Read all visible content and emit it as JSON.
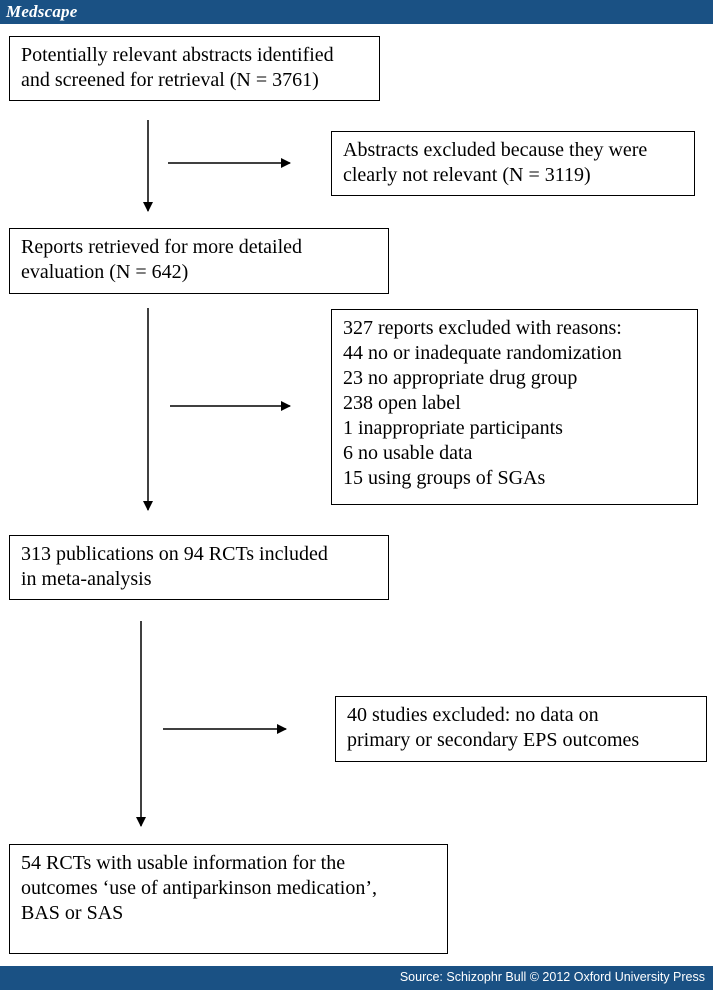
{
  "header": {
    "brand": "Medscape"
  },
  "footer": {
    "source": "Source: Schizophr Bull © 2012 Oxford University Press"
  },
  "flow": {
    "box1": {
      "lines": [
        "Potentially relevant abstracts identified",
        "and screened for retrieval (N = 3761)"
      ]
    },
    "excl1": {
      "lines": [
        "Abstracts excluded because they were",
        "clearly not relevant (N = 3119)"
      ]
    },
    "box2": {
      "lines": [
        "Reports retrieved for more detailed",
        "evaluation (N = 642)"
      ]
    },
    "excl2": {
      "lines": [
        "327 reports excluded with reasons:",
        "44 no or inadequate randomization",
        "23 no appropriate drug group",
        "238 open label",
        "1 inappropriate participants",
        "6 no usable data",
        "15 using groups of SGAs"
      ]
    },
    "box3": {
      "lines": [
        "313 publications on 94 RCTs included",
        "in meta-analysis"
      ]
    },
    "excl3": {
      "lines": [
        "40 studies excluded: no data on",
        "primary or secondary EPS outcomes"
      ]
    },
    "box4": {
      "lines": [
        "54 RCTs with usable information for the",
        "outcomes ‘use of antiparkinson medication’,",
        "BAS or SAS"
      ]
    }
  }
}
